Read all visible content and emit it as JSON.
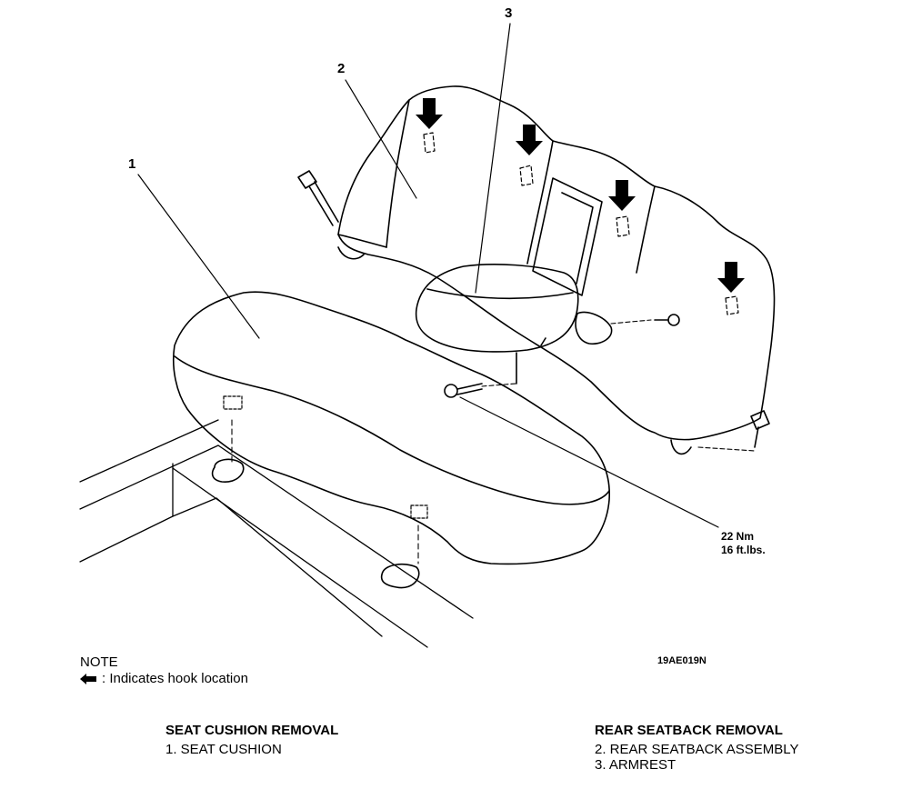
{
  "callouts": {
    "c1": "1",
    "c2": "2",
    "c3": "3"
  },
  "torque": {
    "nm": "22 Nm",
    "ftlbs": "16 ft.lbs."
  },
  "figure_code": "19AE019N",
  "note": {
    "title": "NOTE",
    "text": ": Indicates hook location",
    "icon": "left-arrow-icon"
  },
  "seat_cushion_removal": {
    "heading": "SEAT CUSHION REMOVAL",
    "items": [
      "1. SEAT CUSHION"
    ]
  },
  "rear_seatback_removal": {
    "heading": "REAR SEATBACK REMOVAL",
    "items": [
      "2. REAR SEATBACK ASSEMBLY",
      "3. ARMREST"
    ]
  }
}
